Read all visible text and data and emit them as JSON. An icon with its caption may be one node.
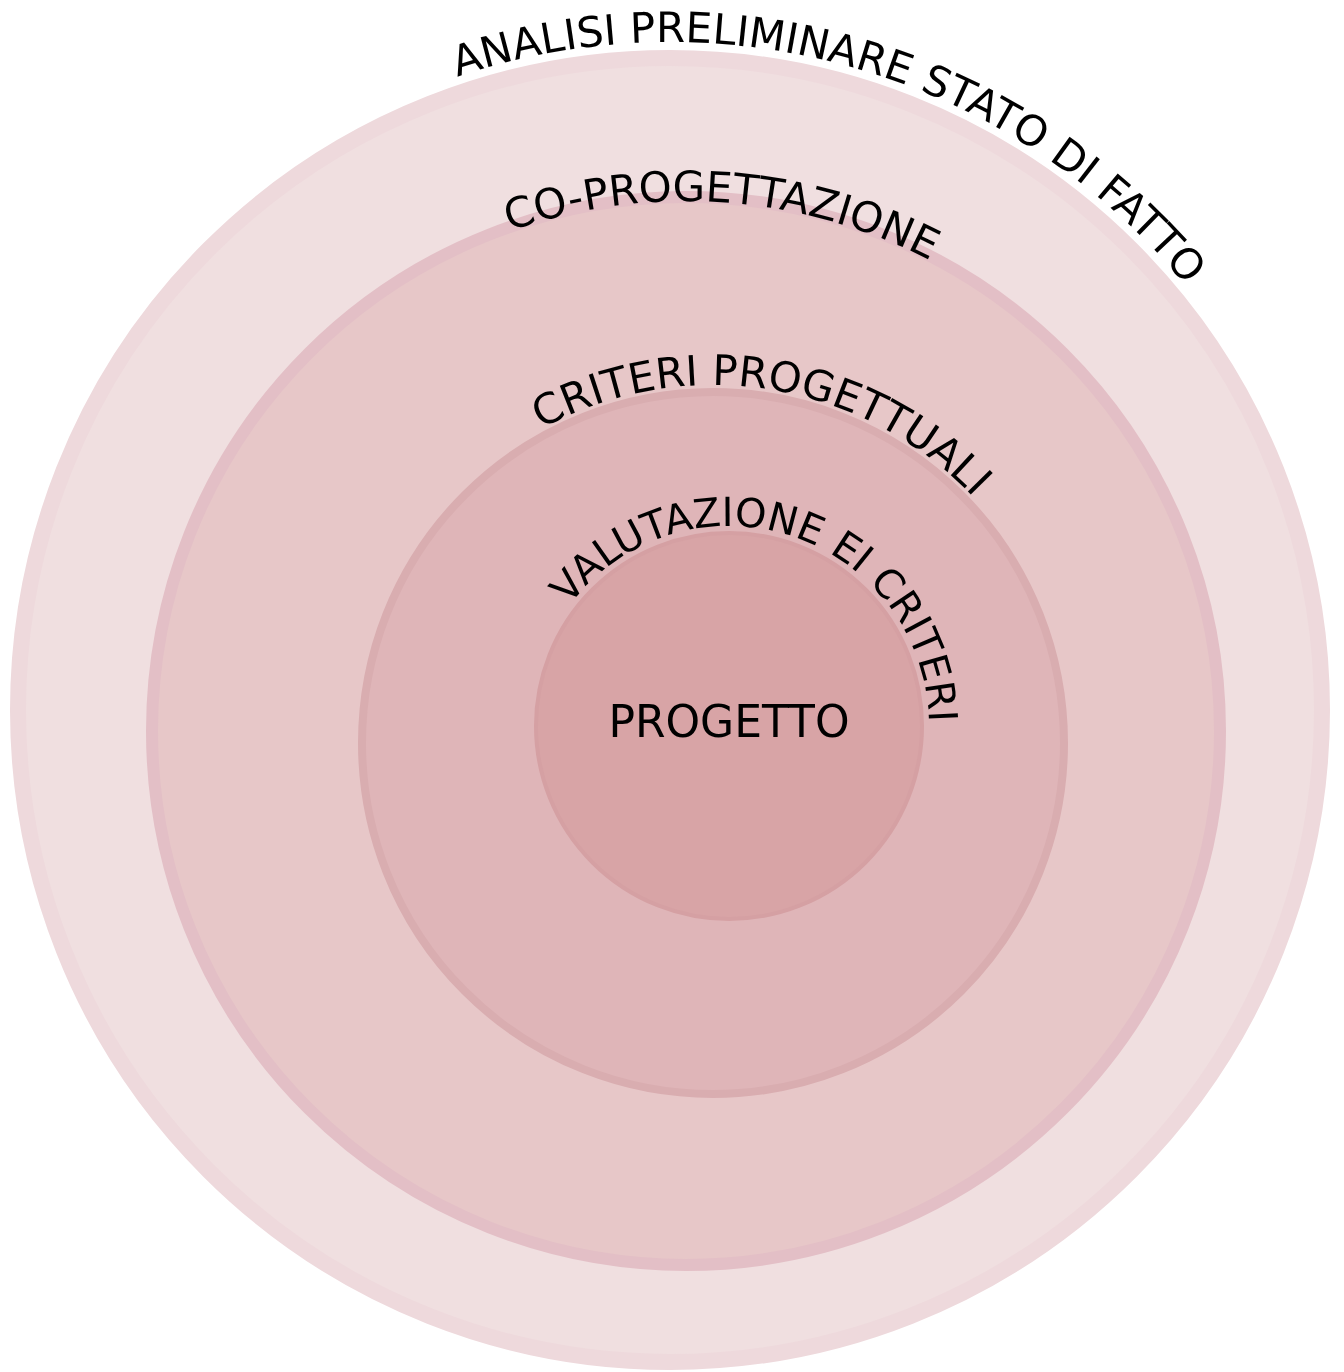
{
  "diagram": {
    "nodes": [
      {
        "text": [
          "ANALISI PRELIMINARE STATO DI FATTO"
        ]
      },
      {
        "text": [
          "CO-PROGETTAZIONE"
        ],
        "in": 0
      },
      {
        "text": [
          "CRITERI PROGETTUALI"
        ],
        "in": 1
      },
      {
        "text": [
          "VALUTAZIONE EI CRITERI"
        ],
        "in": 2
      },
      {
        "text": [
          "PROGETTO"
        ],
        "in": 3
      }
    ]
  }
}
